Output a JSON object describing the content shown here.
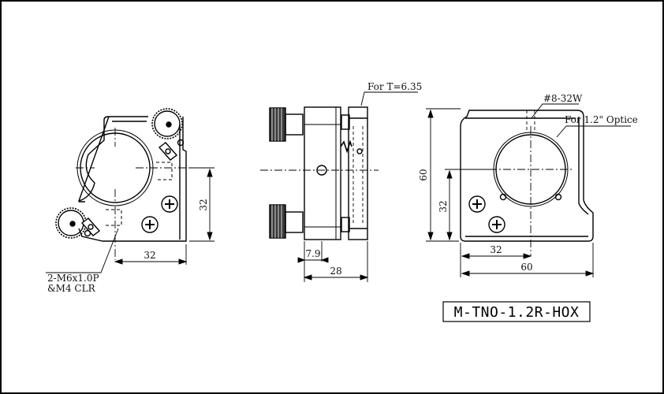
{
  "annotations": {
    "left_hole": [
      "2-M6x1.0P",
      "&M4 CLR"
    ],
    "side_plate": "For T=6.35",
    "right_thread": "#8-32W",
    "right_optic": "For 1.2\" Optice"
  },
  "dimensions": {
    "left_height": "32",
    "left_width": "32",
    "side_small": "7.9",
    "side_depth": "28",
    "right_total_height": "60",
    "right_height": "32",
    "right_width_partial": "32",
    "right_width_total": "60"
  },
  "part_number": "M-TNO-1.2R-HOX",
  "colors": {
    "line": "#000000",
    "text": "#111111",
    "background": "#ffffff"
  }
}
